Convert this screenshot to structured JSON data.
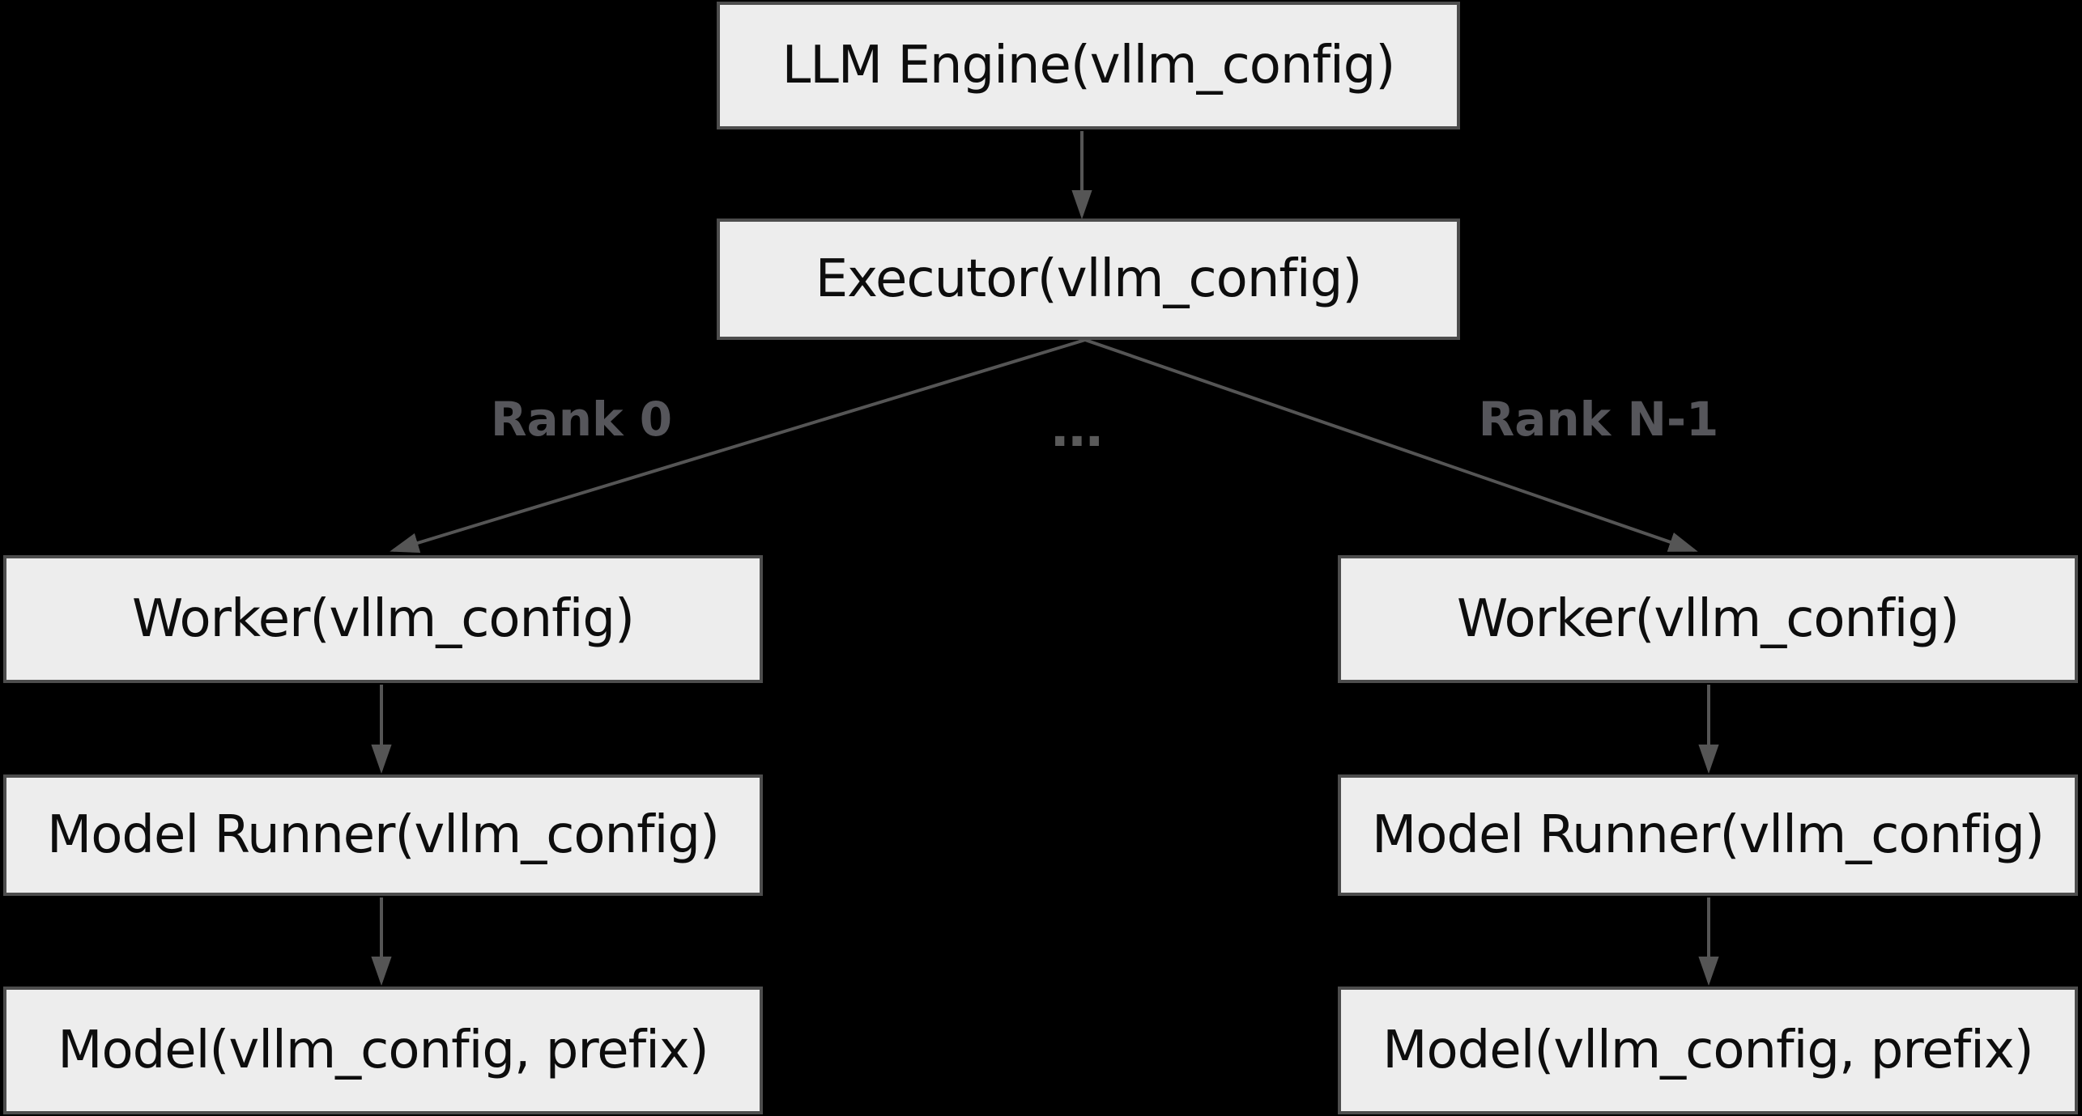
{
  "diagram": {
    "type": "flowchart",
    "colors": {
      "background": "#000000",
      "node_fill": "#ededed",
      "node_border": "#4d4d4d",
      "node_text": "#0d0d0d",
      "edge": "#555555",
      "edge_label": "#56565b"
    },
    "nodes": {
      "llm_engine": "LLM Engine(vllm_config)",
      "executor": "Executor(vllm_config)",
      "worker_left": "Worker(vllm_config)",
      "worker_right": "Worker(vllm_config)",
      "model_runner_left": "Model Runner(vllm_config)",
      "model_runner_right": "Model Runner(vllm_config)",
      "model_left": "Model(vllm_config, prefix)",
      "model_right": "Model(vllm_config, prefix)"
    },
    "edge_labels": {
      "rank_0": "Rank 0",
      "ellipsis": "…",
      "rank_n_minus_1": "Rank N-1"
    }
  }
}
